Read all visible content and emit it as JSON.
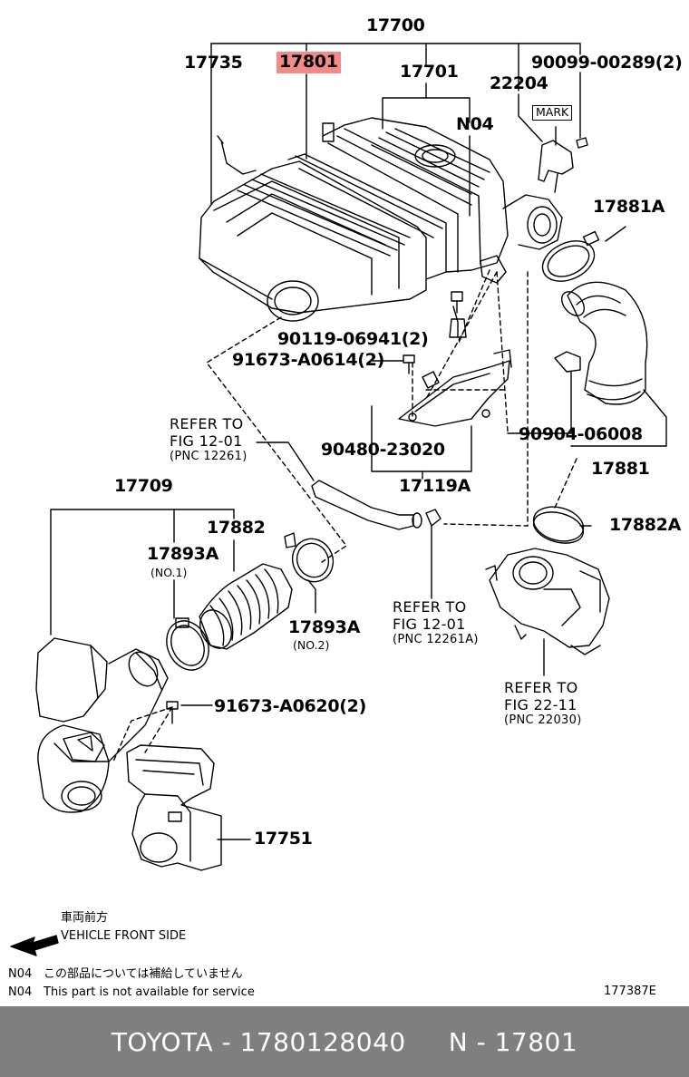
{
  "parts": {
    "p17700": "17700",
    "p17735": "17735",
    "p17801": "17801",
    "p17701": "17701",
    "p90099": "90099-00289(2)",
    "p22204": "22204",
    "mark": "MARK",
    "n04": "N04",
    "p17881A": "17881A",
    "p90119": "90119-06941(2)",
    "p91673a": "91673-A0614(2)",
    "p90480": "90480-23020",
    "p17119A": "17119A",
    "p90904": "90904-06008",
    "p17881": "17881",
    "p17709": "17709",
    "p17882": "17882",
    "p17893A_1": "17893A",
    "no1": "(NO.1)",
    "p17882A": "17882A",
    "p17893A_2": "17893A",
    "no2": "(NO.2)",
    "p91673b": "91673-A0620(2)",
    "p17751": "17751"
  },
  "refs": {
    "ref1": {
      "line1": "REFER TO",
      "line2": "FIG 12-01",
      "line3": "(PNC 12261)"
    },
    "ref2": {
      "line1": "REFER TO",
      "line2": "FIG 12-01",
      "line3": "(PNC 12261A)"
    },
    "ref3": {
      "line1": "REFER TO",
      "line2": "FIG 22-11",
      "line3": "(PNC 22030)"
    }
  },
  "legend": {
    "front_jp": "車両前方",
    "front_en": "VEHICLE FRONT SIDE",
    "n04_tag_jp": "N04",
    "n04_jp": "この部品については補給していません",
    "n04_tag_en": "N04",
    "n04_en": "This part is not available for service",
    "figure_id": "177387E"
  },
  "footer": {
    "brand": "TOYOTA",
    "sep1": " - ",
    "part_number": "1780128040",
    "pnc_prefix": "N",
    "sep2": " - ",
    "pnc": "17801"
  },
  "colors": {
    "highlight": "#f28a8a",
    "footer_bg": "#7f7f7f"
  }
}
